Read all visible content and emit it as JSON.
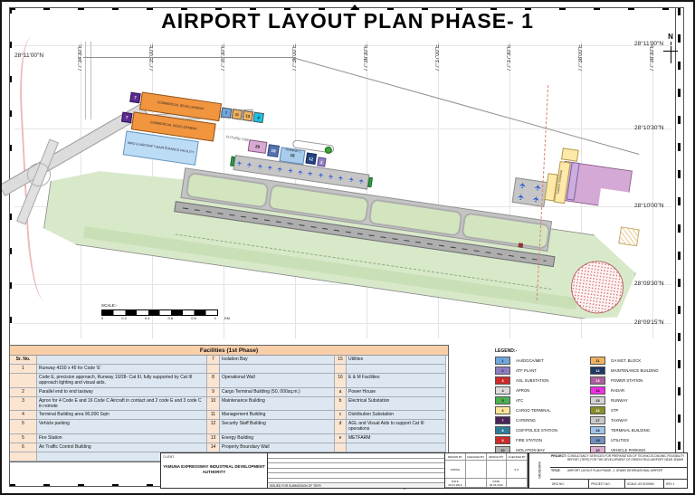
{
  "sheet": {
    "title": "AIRPORT LAYOUT PLAN PHASE- 1",
    "north_label": "N"
  },
  "coordinates": {
    "longitudes": [
      "77°34'30\"E",
      "77°35'00\"E",
      "77°35'30\"E",
      "77°36'00\"E",
      "77°36'30\"E",
      "77°37'00\"E",
      "77°37'30\"E",
      "77°38'00\"E",
      "77°38'30\"E"
    ],
    "latitude_left": "28°11'00\"N",
    "latitudes_right": [
      "28°11'00\"N",
      "28°10'30\"N",
      "28°10'00\"N",
      "28°09'30\"N",
      "28°09'15\"N"
    ]
  },
  "scale_bar": {
    "label": "SCALE:-",
    "ticks": [
      "0",
      "0.2",
      "0.4",
      "0.6",
      "0.8",
      "1"
    ],
    "unit": "KM"
  },
  "plan": {
    "labels": {
      "commercial": "COMMERCIAL DEVELOPMENT",
      "mro": "MRO & AIRCRAFT MAINTENANCE FACILITY",
      "future_use": "FUTURE USE",
      "terminal": "TERMINAL 1",
      "cargo": "CARGO TERMINAL"
    },
    "numbers": {
      "catering": "7",
      "strip": [
        "7",
        "11",
        "13",
        "8"
      ],
      "parking": "20",
      "utilities": "19",
      "terminal": "18",
      "maintenance": "12",
      "atf": "2"
    }
  },
  "facilities": {
    "header": "Facilities (1st Phase)",
    "rows": [
      [
        "Sr. No.",
        "",
        "7",
        "Isolation Bay",
        "15",
        "Utilities"
      ],
      [
        "1",
        "Runway 4150 x 45 for Code 'E'",
        "",
        "",
        "",
        ""
      ],
      [
        "",
        "Code E, precision approach, Runway 10/28- Cat III, fully supported by Cat III approach lighting and visual aids.",
        "8",
        "Operational Wall",
        "16",
        "E & M Facilities"
      ],
      [
        "2",
        "Parallel end to end taxiway",
        "9",
        "Cargo Terminal Building (50, 000sq.m.)",
        "a",
        "Power House"
      ],
      [
        "3",
        "Apron for 4 Code E and 16 Code C Aircraft in contact and 2 code E and 3 code C in remote",
        "10",
        "Maintenance Building",
        "b",
        "Electrical Substation"
      ],
      [
        "4",
        "Terminal Building  area 90,000 Sqm",
        "11",
        "Management Building",
        "c",
        "Distribution Substation"
      ],
      [
        "5",
        "Vehicle parking",
        "12",
        "Security Staff Building",
        "d",
        "AGL and Visual Aids to support Cat III operations"
      ],
      [
        "5",
        "Fire Station",
        "13",
        "Energy Building",
        "e",
        "METFARM"
      ],
      [
        "6",
        "Air Traffic Control Building",
        "14",
        "Property Boundary Wall",
        "",
        ""
      ],
      [
        "",
        "",
        "",
        "",
        "",
        ""
      ]
    ]
  },
  "legend": {
    "title": "LEGEND:-",
    "items": [
      {
        "no": "1",
        "label": "AAI/DGCA/MET",
        "color": "#6fa8dc",
        "tc": "#111"
      },
      {
        "no": "2",
        "label": "ATF PLANT",
        "color": "#8e7cc3",
        "tc": "#111"
      },
      {
        "no": "3",
        "label": "AGL SUBSTATION",
        "color": "#cc2b2b",
        "tc": "#fff"
      },
      {
        "no": "4",
        "label": "APRON",
        "color": "#dcdcdc",
        "tc": "#111"
      },
      {
        "no": "5",
        "label": "ATC",
        "color": "#4caf50",
        "tc": "#111"
      },
      {
        "no": "6",
        "label": "CARGO TERMINAL",
        "color": "#ffe599",
        "tc": "#111"
      },
      {
        "no": "7",
        "label": "CATERING",
        "color": "#4a235a",
        "tc": "#fff"
      },
      {
        "no": "8",
        "label": "CISF/POLICE STATION",
        "color": "#2d7d9a",
        "tc": "#fff"
      },
      {
        "no": "9",
        "label": "FIRE STATION",
        "color": "#cc2b2b",
        "tc": "#fff"
      },
      {
        "no": "10",
        "label": "ISOLATION BAY",
        "color": "#b3b3b3",
        "tc": "#111"
      },
      {
        "no": "11",
        "label": "GA MGT. BLOCK",
        "color": "#f0b25f",
        "tc": "#111"
      },
      {
        "no": "12",
        "label": "MAINTENANCE BUILDING",
        "color": "#1f3864",
        "tc": "#fff"
      },
      {
        "no": "13",
        "label": "POWER STATION",
        "color": "#b05fa0",
        "tc": "#fff"
      },
      {
        "no": "14",
        "label": "RADAR",
        "color": "#f02fe2",
        "tc": "#111"
      },
      {
        "no": "15",
        "label": "RUNWAY",
        "color": "#d4d4d4",
        "tc": "#111"
      },
      {
        "no": "16",
        "label": "STP",
        "color": "#8a8f2a",
        "tc": "#fff"
      },
      {
        "no": "17",
        "label": "TAXIWAY",
        "color": "#c9c9c9",
        "tc": "#111"
      },
      {
        "no": "18",
        "label": "TERMINAL BUILDING",
        "color": "#9fc5e8",
        "tc": "#111"
      },
      {
        "no": "19",
        "label": "UTILITIES",
        "color": "#6f8fbf",
        "tc": "#111"
      },
      {
        "no": "20",
        "label": "VEHICLE PARKING",
        "color": "#dcaed2",
        "tc": "#111"
      }
    ]
  },
  "title_block": {
    "client_label": "CLIENT:",
    "client_name": "YAMUNA EXPRESSWAY INDUSTRIAL DEVELOPMENT AUTHORITY",
    "revision_note": "ISSUED FOR SUBMISSION OF TEFR",
    "name_headers": [
      "DRAWN BY",
      "CHECKED BY",
      "DESIGN BY",
      "CHECKED BY"
    ],
    "names": [
      "GIRISH",
      "",
      "",
      "S.S."
    ],
    "dates": [
      "DATE 06.04.2019",
      "",
      "DATE 06.04.2019",
      ""
    ],
    "stamp": "VADODARA",
    "project_label": "PROJECT:",
    "project_text": "CONSULTANCY SERVICES FOR PREPARATION OF TECHNO-ECONOMIC FEASIBILITY REPORT (TEFR) FOR THE DEVELOPMENT OF GREEN FIELD AIRPORT NEAR JEWAR",
    "title_label": "TITLE:",
    "title_text": "AIRPORT LAYOUT PLAN PHASE- 1, JEWAR INTERNATIONAL AIRPORT",
    "drg_label": "DRG NO:",
    "project_no_label": "PROJECT NO.",
    "scale_label": "SCALE:",
    "scale_value": "AS SHOWN",
    "rev_label": "REV",
    "rev_value": "1"
  }
}
